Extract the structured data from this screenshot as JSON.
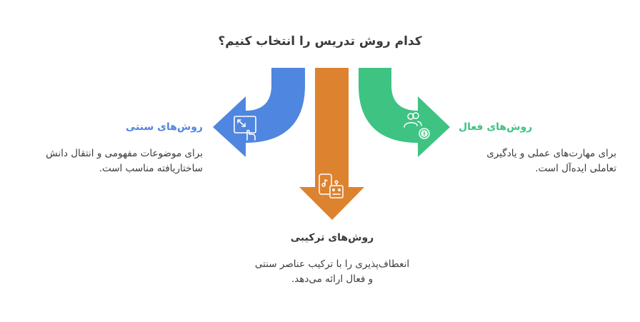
{
  "title": "کدام روش تدریس را انتخاب کنیم؟",
  "colors": {
    "traditional": "#4f86e0",
    "hybrid": "#dd8330",
    "active": "#3ec383",
    "title": "#3a3a3a",
    "text": "#3c3c3c"
  },
  "options": {
    "traditional": {
      "label": "روش‌های سنتی",
      "description_line1": "برای موضوعات مفهومی و انتقال دانش",
      "description_line2": "ساختاریافته مناسب است.",
      "icon": "touch-resize-icon"
    },
    "hybrid": {
      "label": "روش‌های ترکیبی",
      "description_line1": "انعطاف‌پذیری را با ترکیب عناصر سنتی",
      "description_line2": "و فعال ارائه می‌دهد.",
      "icon": "phone-music-robot-icon"
    },
    "active": {
      "label": "روش‌های فعال",
      "description_line1": "برای مهارت‌های عملی و یادگیری",
      "description_line2": "تعاملی ایده‌آل است.",
      "icon": "users-code-icon"
    }
  }
}
